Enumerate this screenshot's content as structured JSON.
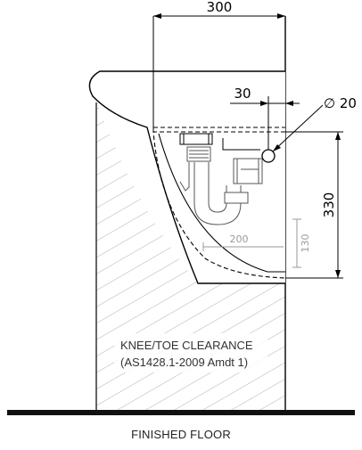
{
  "dimensions": {
    "width_label": "300",
    "offset_label": "30",
    "hole_label": "∅ 20",
    "height_label": "330",
    "trap_width_label": "200",
    "trap_height_label": "130"
  },
  "notes": {
    "clearance_line1": "KNEE/TOE CLEARANCE",
    "clearance_line2": "(AS1428.1-2009 Amdt 1)"
  },
  "floor": {
    "label": "FINISHED FLOOR"
  },
  "colors": {
    "line": "#000000",
    "hatch": "#9a9a9a",
    "secondary_dim": "#9a9a9a"
  }
}
